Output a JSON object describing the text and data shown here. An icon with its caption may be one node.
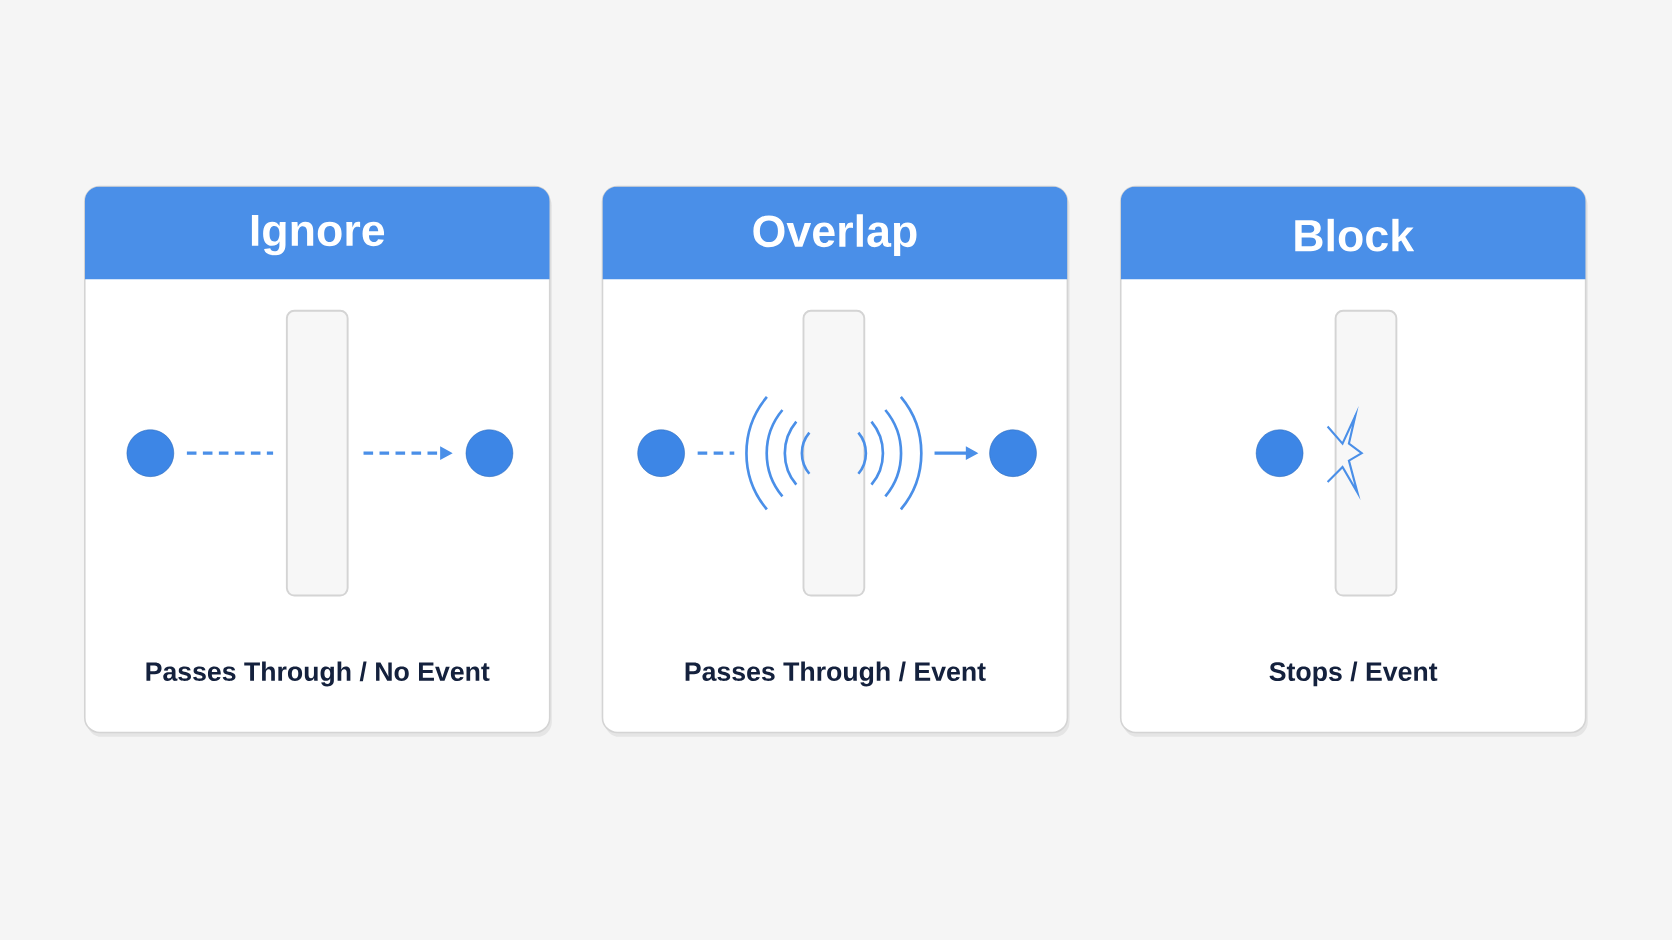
{
  "diagram": {
    "nodes": [
      {
        "text": [
          "Ignore",
          "Passes Through / No Event"
        ]
      },
      {
        "text": [],
        "shape": "circle",
        "in": 0
      },
      {
        "text": [],
        "shape": "box",
        "in": 0
      },
      {
        "text": [],
        "shape": "circle",
        "in": 0
      },
      {
        "text": [
          "Overlap",
          "Passes Through / Event"
        ]
      },
      {
        "text": [],
        "shape": "circle",
        "in": 4
      },
      {
        "text": [],
        "shape": "box",
        "in": 4
      },
      {
        "text": [],
        "shape": "circle",
        "in": 4
      },
      {
        "text": [
          "Block",
          "Stops / Event"
        ]
      },
      {
        "text": [],
        "shape": "circle",
        "in": 8
      },
      {
        "text": [],
        "shape": "box",
        "in": 8
      }
    ],
    "edges": [
      {
        "from": 1,
        "to": 2,
        "arrow": "none",
        "style": "dashed"
      },
      {
        "from": 2,
        "to": 3,
        "arrow": "to",
        "style": "dashed"
      },
      {
        "from": 5,
        "to": 6,
        "arrow": "none",
        "style": "dashed"
      },
      {
        "from": 6,
        "to": 7,
        "arrow": "to"
      }
    ]
  }
}
